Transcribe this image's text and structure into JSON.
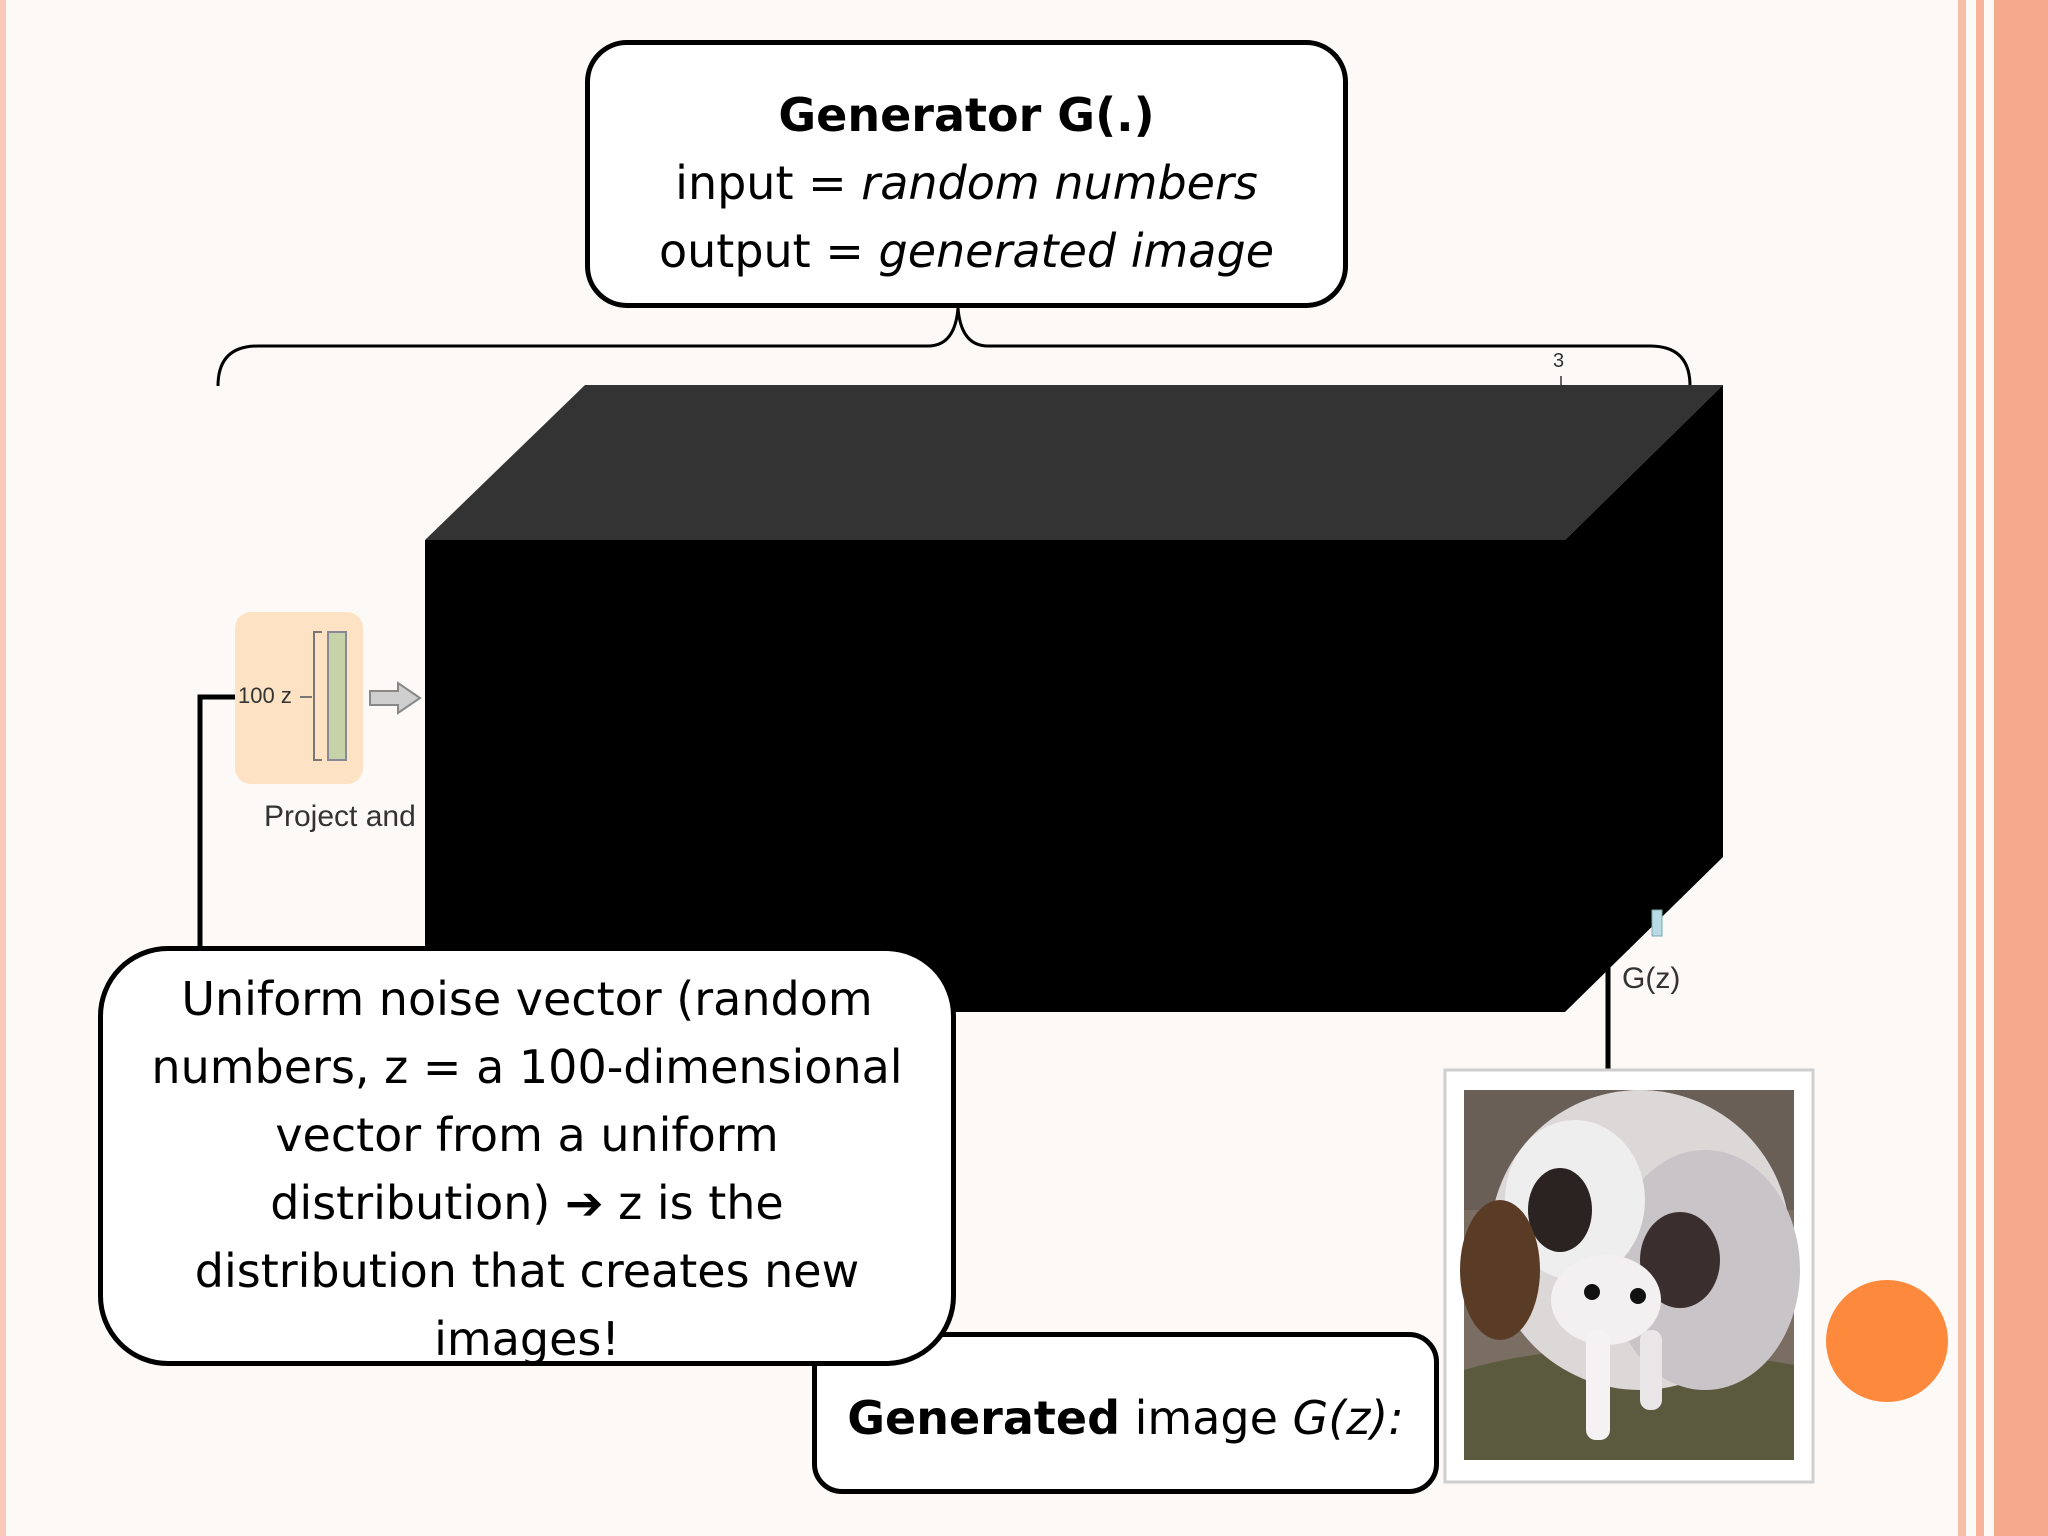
{
  "generator_box": {
    "title": "Generator G(.)",
    "input_label": "input = ",
    "input_value": "random numbers",
    "output_label": "output = ",
    "output_value": "generated image"
  },
  "network": {
    "depth_label": "3",
    "noise_label": "100 z",
    "project_label": "Project and r",
    "output_label": "G(z)"
  },
  "noise_box": {
    "lines": [
      "Uniform noise vector (random",
      "numbers, z = a 100-dimensional",
      "vector from a uniform",
      "distribution) ➔ z is the",
      "distribution that creates new",
      "images!"
    ]
  },
  "generated_box": {
    "bold": "Generated",
    "plain": " image ",
    "italic": "G(z):"
  },
  "colors": {
    "stripe_accent": "#f7a98b",
    "orange_dot": "#fd8a3c",
    "input_panel": "#fde3c4",
    "input_bar": "#c6d3a9"
  }
}
